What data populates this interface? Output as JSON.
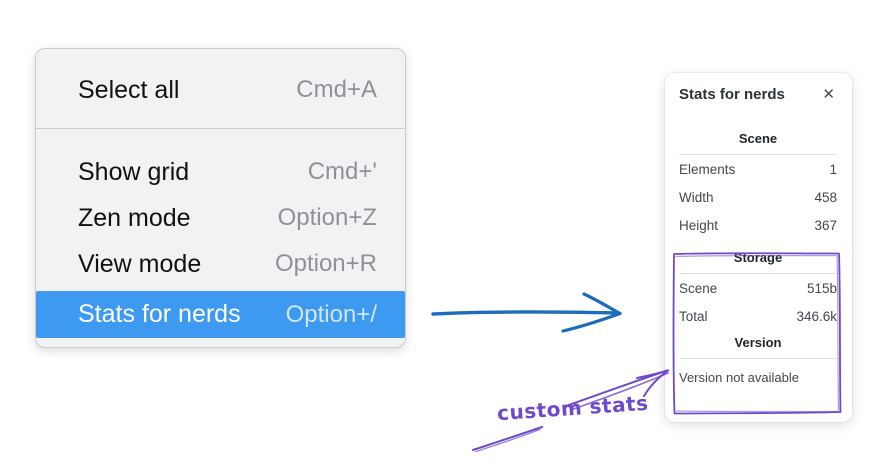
{
  "colors": {
    "menu_highlight_blue": "#3d9af0",
    "blue_arrow": "#1c6dbd",
    "purple_annotation": "#6d49cc",
    "menu_background": "#f1f2f3",
    "panel_background": "#ffffff"
  },
  "context_menu": {
    "items": [
      {
        "label": "Select all",
        "shortcut": "Cmd+A"
      },
      {
        "label": "Show grid",
        "shortcut": "Cmd+'"
      },
      {
        "label": "Zen mode",
        "shortcut": "Option+Z"
      },
      {
        "label": "View mode",
        "shortcut": "Option+R"
      },
      {
        "label": "Stats for nerds",
        "shortcut": "Option+/"
      }
    ],
    "highlighted_item": "Stats for nerds"
  },
  "stats_panel": {
    "title": "Stats for nerds",
    "close_icon": "✕",
    "sections": [
      {
        "heading": "Scene",
        "rows": [
          {
            "label": "Elements",
            "value": "1"
          },
          {
            "label": "Width",
            "value": "458"
          },
          {
            "label": "Height",
            "value": "367"
          }
        ]
      },
      {
        "heading": "Storage",
        "rows": [
          {
            "label": "Scene",
            "value": "515b"
          },
          {
            "label": "Total",
            "value": "346.6k"
          }
        ]
      },
      {
        "heading": "Version",
        "note": "Version not available"
      }
    ]
  },
  "annotations": {
    "custom_stats_label": "custom stats"
  }
}
